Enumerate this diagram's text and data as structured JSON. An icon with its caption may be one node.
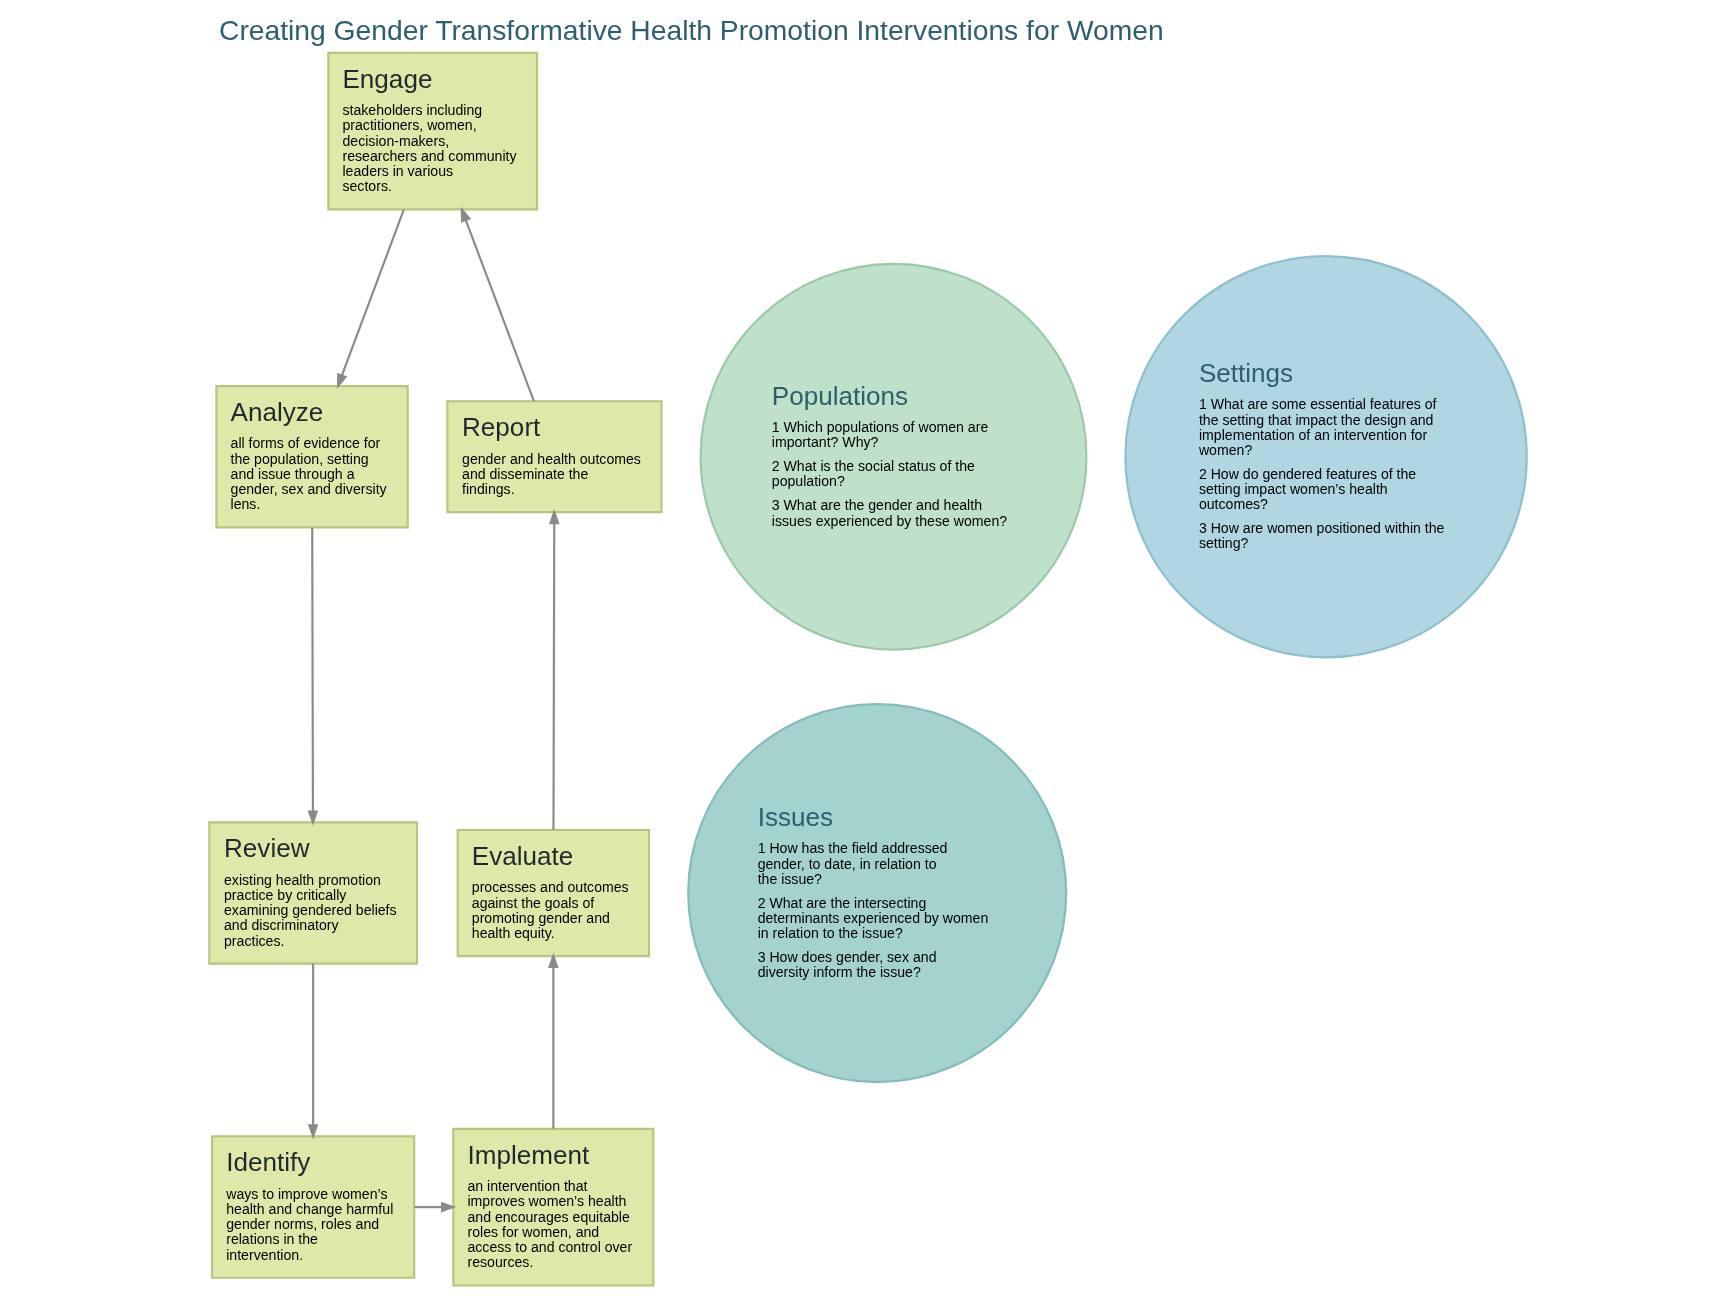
{
  "diagram": {
    "title": "Creating Gender Transformative Health Promotion Interventions for Women",
    "nodes": [
      {
        "text": [
          "Engage",
          "stakeholders including practitioners, women, decision-makers, researchers and community leaders in various sectors."
        ]
      },
      {
        "text": [
          "Analyze",
          "all forms of evidence for the population, setting and issue through a gender, sex and diversity lens."
        ]
      },
      {
        "text": [
          "Review",
          "existing health promotion practice by critically examining gendered beliefs and discriminatory practices."
        ]
      },
      {
        "text": [
          "Identify",
          "ways to improve women’s health and change harmful gender norms, roles and relations in the intervention."
        ]
      },
      {
        "text": [
          "Implement",
          "an intervention that improves women’s health and encourages equitable roles for women, and access to and control over resources."
        ]
      },
      {
        "text": [
          "Evaluate",
          "processes and outcomes against the goals of promoting gender and health equity."
        ]
      },
      {
        "text": [
          "Report",
          "gender and health outcomes and disseminate the findings."
        ]
      },
      {
        "text": [
          "Populations",
          "1 Which populations of women are important? Why?",
          "2 What is the social status of the population?",
          "3 What are the gender and health issues experienced by these women?"
        ]
      },
      {
        "text": [
          "Settings",
          "1 What are some essential features of the setting that impact the design and implementation of an intervention for women?",
          "2 How do gendered features of the setting impact women’s health outcomes?",
          "3 How are women positioned within the setting?"
        ]
      },
      {
        "text": [
          "Issues",
          "1 How has the field addressed gender, to date, in relation to the issue?",
          "2 What are the intersecting determinants experienced by women in relation to the issue?",
          "3 How does gender, sex and diversity inform the issue?"
        ]
      }
    ],
    "edges": [
      {
        "from": 6,
        "to": 0,
        "arrow": "to"
      },
      {
        "from": 0,
        "to": 1,
        "arrow": "to"
      },
      {
        "from": 1,
        "to": 2,
        "arrow": "to"
      },
      {
        "from": 2,
        "to": 3,
        "arrow": "to"
      },
      {
        "from": 3,
        "to": 4,
        "arrow": "to"
      },
      {
        "from": 4,
        "to": 5,
        "arrow": "to"
      },
      {
        "from": 5,
        "to": 6,
        "arrow": "to"
      }
    ]
  }
}
